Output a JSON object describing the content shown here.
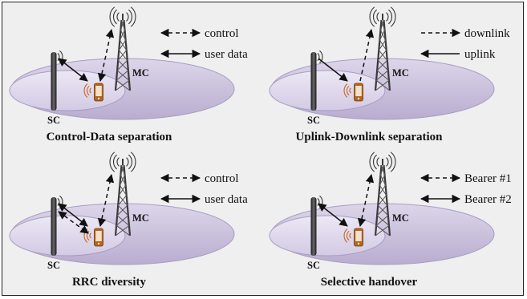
{
  "panels": [
    {
      "id": "control-data",
      "caption": "Control-Data separation",
      "legend": [
        {
          "style": "dashed",
          "label": "control"
        },
        {
          "style": "solid",
          "label": "user data"
        }
      ],
      "sc_label": "SC",
      "mc_label": "MC",
      "links": {
        "sc_ue": "solid",
        "ue_mc": "dashed",
        "sc_ue_second": "none"
      }
    },
    {
      "id": "uplink-downlink",
      "caption": "Uplink-Downlink separation",
      "legend": [
        {
          "style": "dashed",
          "label": "downlink"
        },
        {
          "style": "solid",
          "label": "uplink"
        }
      ],
      "sc_label": "SC",
      "mc_label": "MC",
      "links": {
        "sc_ue": "solid",
        "ue_mc": "dashed",
        "sc_ue_second": "none"
      }
    },
    {
      "id": "rrc-diversity",
      "caption": "RRC diversity",
      "legend": [
        {
          "style": "dashed",
          "label": "control"
        },
        {
          "style": "solid",
          "label": "user data"
        }
      ],
      "sc_label": "SC",
      "mc_label": "MC",
      "links": {
        "sc_ue": "solid",
        "ue_mc": "dashed",
        "sc_ue_second": "dashed"
      }
    },
    {
      "id": "selective-handover",
      "caption": "Selective handover",
      "legend": [
        {
          "style": "dashed",
          "label": "Bearer #1"
        },
        {
          "style": "solid",
          "label": "Bearer #2"
        }
      ],
      "sc_label": "SC",
      "mc_label": "MC",
      "links": {
        "sc_ue": "solid",
        "ue_mc": "dashed",
        "sc_ue_second": "none"
      }
    }
  ],
  "colors": {
    "background": "#efefef",
    "macro_cell_fill": "#cdc3df",
    "small_cell_fill": "#e2dcef",
    "phone": "#b5651d",
    "tower": "#3a3a3a"
  }
}
